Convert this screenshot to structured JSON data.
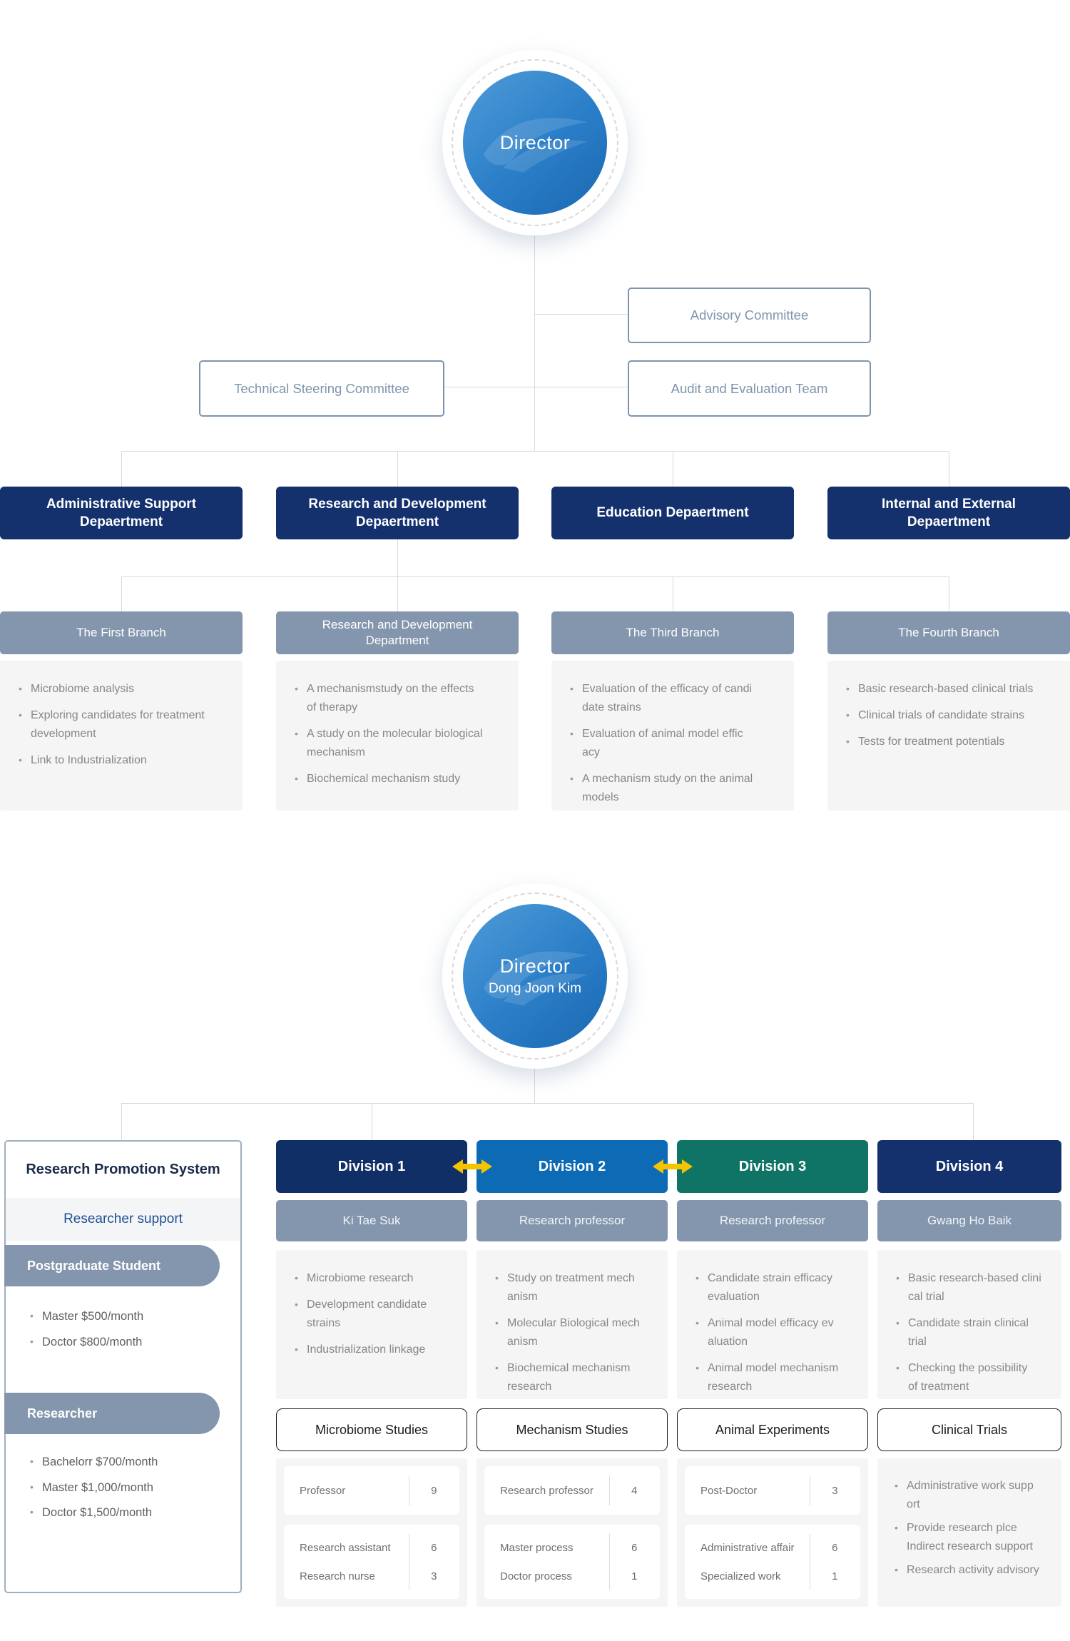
{
  "colors": {
    "navy": "#14316e",
    "steel": "#8496ad",
    "panel_gray": "#f5f5f6",
    "connector_line": "#d9d9d9",
    "committee_blue": "#7e94ae",
    "circle_blue_start": "#4f9bd9",
    "circle_blue_end": "#1a67b2",
    "accent_yellow": "#f5c400",
    "rps_subtitle_blue": "#1d4f93"
  },
  "top": {
    "director": {
      "label": "Director"
    },
    "committees": {
      "advisory": "Advisory Committee",
      "technical": "Technical Steering Committee",
      "audit": "Audit and Evaluation Team"
    },
    "departments": [
      {
        "title": "Administrative Support\nDepaertment",
        "branch": "The First Branch",
        "items": [
          "Microbiome analysis",
          "Exploring candidates for treatment\ndevelopment",
          "Link to Industrialization"
        ]
      },
      {
        "title": "Research and Development\nDepaertment",
        "branch": "Research and Development\nDepartment",
        "items": [
          "A mechanismstudy on the effects\nof therapy",
          "A study on the molecular biological\nmechanism",
          "Biochemical mechanism study"
        ]
      },
      {
        "title": "Education Depaertment",
        "branch": "The Third Branch",
        "items": [
          "Evaluation of the efficacy of candi\ndate strains",
          "Evaluation of animal model effic\nacy",
          "A mechanism study on the animal\nmodels"
        ]
      },
      {
        "title": "Internal and External\nDepaertment",
        "branch": "The Fourth Branch",
        "items": [
          "Basic research-based clinical trials",
          "Clinical trials of candidate strains",
          "Tests for treatment potentials"
        ]
      }
    ]
  },
  "bottom": {
    "director": {
      "label": "Director",
      "name": "Dong Joon Kim"
    },
    "rps": {
      "title": "Research Promotion System",
      "subtitle": "Researcher support",
      "groups": [
        {
          "pill": "Postgraduate Student",
          "items": [
            "Master $500/month",
            "Doctor $800/month"
          ]
        },
        {
          "pill": "Researcher",
          "items": [
            "Bachelorr $700/month",
            "Master $1,000/month",
            "Doctor $1,500/month"
          ]
        }
      ]
    },
    "divisions": [
      {
        "title": "Division 1",
        "color": "#112f67",
        "head": "Ki Tae Suk",
        "items": [
          "Microbiome research",
          "Development candidate\nstrains",
          "Industrialization linkage"
        ],
        "study": "Microbiome Studies",
        "cards": [
          {
            "rows": [
              {
                "label": "Professor",
                "value": "9"
              }
            ]
          },
          {
            "rows": [
              {
                "label": "Research assistant",
                "value": "6"
              },
              {
                "label": "Research nurse",
                "value": "3"
              }
            ]
          }
        ]
      },
      {
        "title": "Division 2",
        "color": "#0d6ab5",
        "head": "Research professor",
        "items": [
          "Study on treatment mech\nanism",
          "Molecular Biological mech\nanism",
          "Biochemical mechanism\nresearch"
        ],
        "study": "Mechanism Studies",
        "cards": [
          {
            "rows": [
              {
                "label": "Research professor",
                "value": "4"
              }
            ]
          },
          {
            "rows": [
              {
                "label": "Master process",
                "value": "6"
              },
              {
                "label": "Doctor process",
                "value": "1"
              }
            ]
          }
        ]
      },
      {
        "title": "Division 3",
        "color": "#0f7365",
        "head": "Research professor",
        "items": [
          "Candidate strain efficacy\nevaluation",
          "Animal model efficacy ev\naluation",
          "Animal model mechanism\nresearch"
        ],
        "study": "Animal Experiments",
        "cards": [
          {
            "rows": [
              {
                "label": "Post-Doctor",
                "value": "3"
              }
            ]
          },
          {
            "rows": [
              {
                "label": "Administrative affair",
                "value": "6"
              },
              {
                "label": "Specialized work",
                "value": "1"
              }
            ]
          }
        ]
      },
      {
        "title": "Division 4",
        "color": "#14316e",
        "head": "Gwang Ho Baik",
        "items": [
          "Basic research-based clini\ncal trial",
          "Candidate strain clinical\ntrial",
          "Checking the possibility\nof treatment"
        ],
        "study": "Clinical Trials",
        "notes": [
          "Administrative work supp\nort",
          "Provide research plce\nIndirect research support",
          "Research activity advisory"
        ]
      }
    ]
  }
}
